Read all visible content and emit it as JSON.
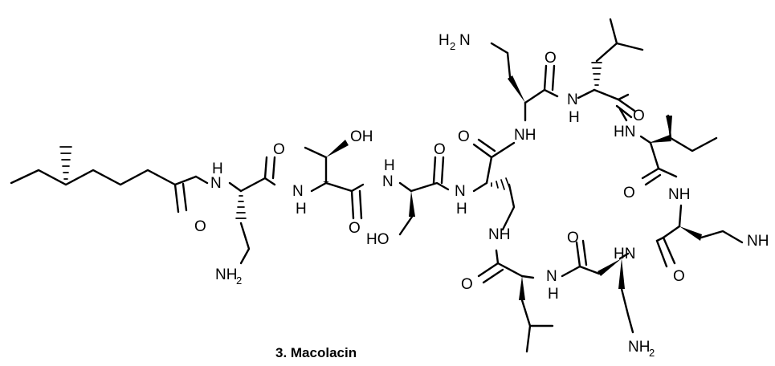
{
  "figure": {
    "caption": "3. Macolacin"
  },
  "atoms": {
    "o_fa": "O",
    "nh1_n": "N",
    "nh1_h": "H",
    "o_dab1": "O",
    "nh2_n": "N",
    "nh2_h": "H",
    "oh_thr": "OH",
    "o_thr": "O",
    "nh3_n": "N",
    "nh3_h": "H",
    "o_ser": "O",
    "ho_ser": "HO",
    "nh4_n": "N",
    "nh4_h": "H",
    "nh2_dab1_nh": "NH",
    "nh2_dab1_sub": "2",
    "o_dab2": "O",
    "nh_side": "NH",
    "nh_ring1": "NH",
    "h2n_top_h": "H",
    "h2n_top_sub": "2",
    "h2n_top_n": "N",
    "o_top": "O",
    "nh_top_n": "N",
    "nh_top_h": "H",
    "o_leu": "O",
    "hn_ile": "HN",
    "o_ile": "O",
    "nh_right": "NH",
    "nh_far": "NH",
    "hn_dab": "HN",
    "o_dab5": "O",
    "o_dab6": "O",
    "nh_bot_n": "N",
    "nh_bot_h": "H",
    "o_leu2": "O",
    "nh2_bot_nh": "NH",
    "nh2_bot_sub": "2"
  }
}
